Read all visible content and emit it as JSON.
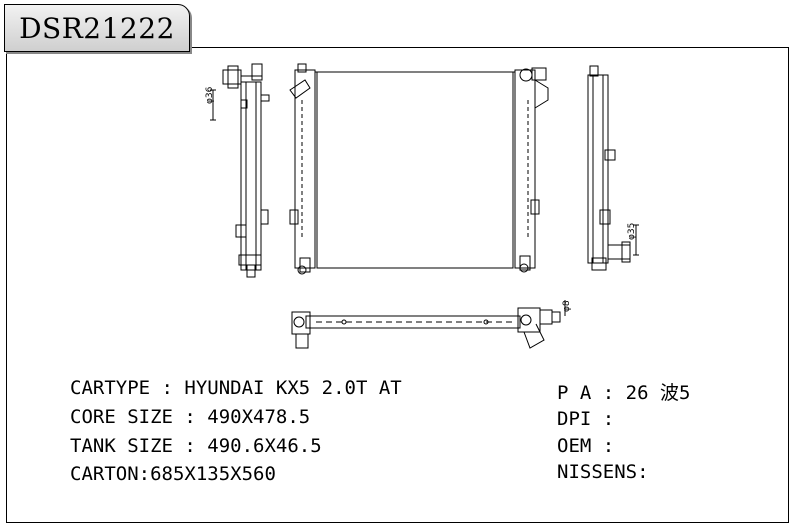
{
  "header": {
    "part_number": "DSR21222"
  },
  "specs_left": [
    {
      "label": "CARTYPE",
      "separator": " : ",
      "value": "HYUNDAI KX5 2.0T AT"
    },
    {
      "label": "CORE SIZE",
      "separator": " : ",
      "value": "490X478.5"
    },
    {
      "label": "TANK SIZE",
      "separator": " : ",
      "value": "490.6X46.5"
    },
    {
      "label": "CARTON",
      "separator": ":",
      "value": "685X135X560"
    }
  ],
  "specs_right": [
    {
      "label": "P A",
      "separator": " : ",
      "value": "26 波5"
    },
    {
      "label": "DPI",
      "separator": " : ",
      "value": ""
    },
    {
      "label": "OEM",
      "separator": " : ",
      "value": ""
    },
    {
      "label": "NISSENS",
      "separator": ":",
      "value": ""
    }
  ],
  "dimensions": {
    "inlet": "φ36",
    "outlet": "φ35",
    "drain": "φ8"
  }
}
